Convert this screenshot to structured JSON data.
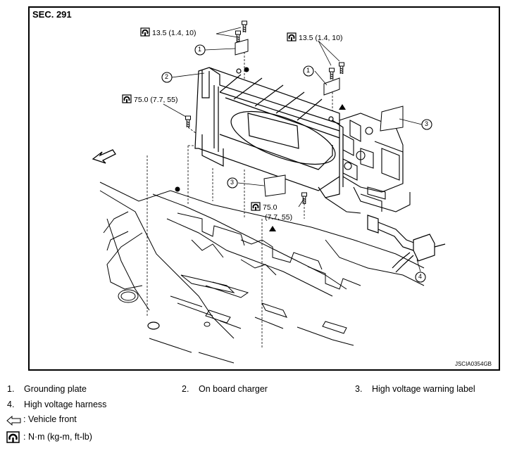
{
  "figure": {
    "section": "SEC. 291",
    "code": "JSCIA0354GB",
    "callouts": [
      "1",
      "2",
      "1",
      "3",
      "3",
      "4"
    ],
    "torques": {
      "t1": "13.5 (1.4, 10)",
      "t2": "13.5 (1.4, 10)",
      "t3": "75.0 (7.7, 55)",
      "t4a": "75.0",
      "t4b": "(7.7, 55)"
    }
  },
  "legend": {
    "items": [
      {
        "num": "1.",
        "text": "Grounding plate"
      },
      {
        "num": "2.",
        "text": "On board charger"
      },
      {
        "num": "3.",
        "text": "High voltage warning label"
      },
      {
        "num": "4.",
        "text": "High voltage harness"
      }
    ],
    "vehicle_front": ": Vehicle front",
    "torque_unit": ": N·m (kg-m, ft-lb)"
  },
  "icons": [
    "torque-wrench-icon",
    "vehicle-front-arrow-icon",
    "bolt-icon",
    "tightening-order-dot-icon",
    "tightening-order-triangle-icon"
  ]
}
